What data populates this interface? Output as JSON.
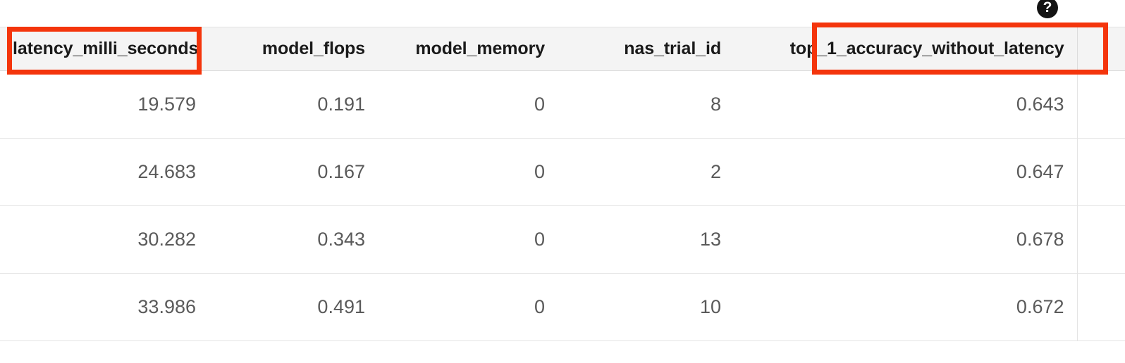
{
  "help": {
    "icon": "help-question-icon",
    "glyph": "?"
  },
  "table": {
    "columns": [
      "latency_milli_seconds",
      "model_flops",
      "model_memory",
      "nas_trial_id",
      "top_1_accuracy_without_latency",
      ""
    ],
    "rows": [
      {
        "latency_milli_seconds": "19.579",
        "model_flops": "0.191",
        "model_memory": "0",
        "nas_trial_id": "8",
        "top_1_accuracy_without_latency": "0.643",
        "overflow": ""
      },
      {
        "latency_milli_seconds": "24.683",
        "model_flops": "0.167",
        "model_memory": "0",
        "nas_trial_id": "2",
        "top_1_accuracy_without_latency": "0.647",
        "overflow": ""
      },
      {
        "latency_milli_seconds": "30.282",
        "model_flops": "0.343",
        "model_memory": "0",
        "nas_trial_id": "13",
        "top_1_accuracy_without_latency": "0.678",
        "overflow": ""
      },
      {
        "latency_milli_seconds": "33.986",
        "model_flops": "0.491",
        "model_memory": "0",
        "nas_trial_id": "10",
        "top_1_accuracy_without_latency": "0.672",
        "overflow": ""
      }
    ]
  },
  "annotations": [
    {
      "label": "latency-column-header-highlight",
      "color": "#f4350c"
    },
    {
      "label": "top-1-accuracy-column-header-highlight",
      "color": "#f4350c"
    }
  ],
  "colors": {
    "header_background": "#f4f4f4",
    "header_text": "#1a1a1a",
    "cell_text": "#5a5a5a",
    "row_divider": "#e4e4e4",
    "annotation": "#f4350c",
    "help_icon_background": "#131313"
  }
}
